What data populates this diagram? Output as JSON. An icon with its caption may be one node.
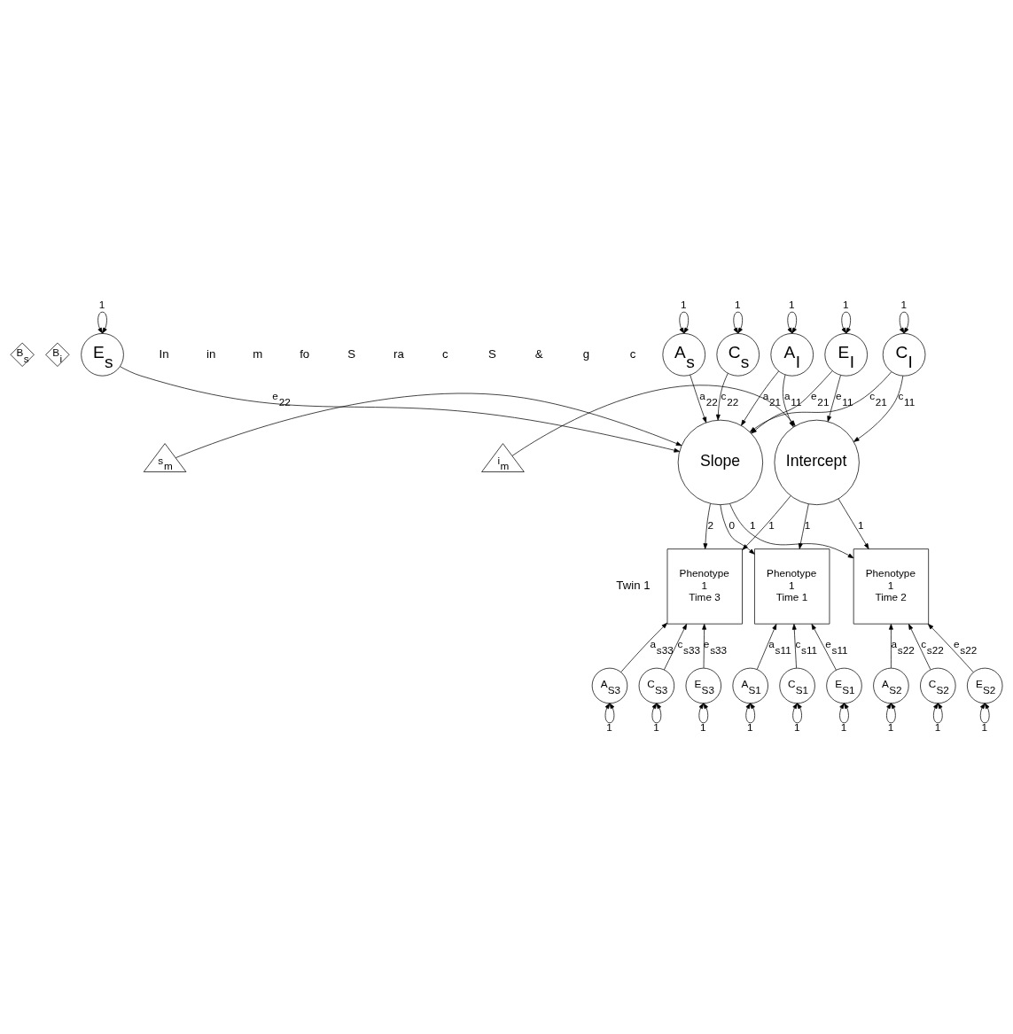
{
  "diagram": {
    "nodes": [
      {
        "text": [
          "A$_{I}$"
        ]
      },
      {
        "text": [
          "C$_{I}$"
        ]
      },
      {
        "text": [
          "E$_{I}$"
        ]
      },
      {
        "text": [
          "A$_{s}$"
        ]
      },
      {
        "text": [
          "C$_{s}$"
        ]
      },
      {
        "text": [
          "E$_{s}$"
        ]
      },
      {
        "text": [
          "Intercept"
        ]
      },
      {
        "text": [
          "Slope"
        ]
      },
      {
        "text": [
          "i$_{m}$"
        ]
      },
      {
        "text": [
          "s$_{m}$"
        ]
      },
      {
        "text": [
          "B$_{i}$"
        ]
      },
      {
        "text": [
          "B$_{s}$"
        ]
      },
      {
        "text": [
          "Phenotype",
          "1",
          "Time 1"
        ]
      },
      {
        "text": [
          "Phenotype",
          "1",
          "Time 2"
        ]
      },
      {
        "text": [
          "Phenotype",
          "1",
          "Time 3"
        ]
      },
      {
        "text": [
          "A$_{S1}$"
        ]
      },
      {
        "text": [
          "C$_{S1}$"
        ]
      },
      {
        "text": [
          "E$_{S1}$"
        ]
      },
      {
        "text": [
          "A$_{S2}$"
        ]
      },
      {
        "text": [
          "C$_{S2}$"
        ]
      },
      {
        "text": [
          "E$_{S2}$"
        ]
      },
      {
        "text": [
          "A$_{S3}$"
        ]
      },
      {
        "text": [
          "C$_{S3}$"
        ]
      },
      {
        "text": [
          "E$_{S3}$"
        ]
      }
    ],
    "edges": [
      {
        "from": 0,
        "to": 0,
        "arrow": "both",
        "label": "1"
      },
      {
        "from": 1,
        "to": 1,
        "arrow": "both",
        "label": "1"
      },
      {
        "from": 2,
        "to": 2,
        "arrow": "both",
        "label": "1"
      },
      {
        "from": 3,
        "to": 3,
        "arrow": "both",
        "label": "1"
      },
      {
        "from": 4,
        "to": 4,
        "arrow": "both",
        "label": "1"
      },
      {
        "from": 5,
        "to": 5,
        "arrow": "both",
        "label": "1"
      },
      {
        "from": 0,
        "to": 6,
        "arrow": "to",
        "label": "a$_{11}$"
      },
      {
        "from": 1,
        "to": 6,
        "arrow": "to",
        "label": "c$_{11}$"
      },
      {
        "from": 2,
        "to": 6,
        "arrow": "to",
        "label": "e$_{11}$"
      },
      {
        "from": 0,
        "to": 7,
        "arrow": "to",
        "label": "a$_{21}$"
      },
      {
        "from": 1,
        "to": 7,
        "arrow": "to",
        "label": "c$_{21}$"
      },
      {
        "from": 2,
        "to": 7,
        "arrow": "to",
        "label": "e$_{21}$"
      },
      {
        "from": 3,
        "to": 7,
        "arrow": "to",
        "label": "a$_{22}$"
      },
      {
        "from": 4,
        "to": 7,
        "arrow": "to",
        "label": "c$_{22}$"
      },
      {
        "from": 5,
        "to": 7,
        "arrow": "to",
        "label": "e$_{22}$"
      },
      {
        "from": 8,
        "to": 6,
        "arrow": "to"
      },
      {
        "from": 9,
        "to": 7,
        "arrow": "to"
      },
      {
        "from": 6,
        "to": 12,
        "arrow": "to",
        "label": "1"
      },
      {
        "from": 6,
        "to": 13,
        "arrow": "to",
        "label": "1"
      },
      {
        "from": 6,
        "to": 14,
        "arrow": "to",
        "label": "1"
      },
      {
        "from": 7,
        "to": 12,
        "arrow": "to",
        "label": "0"
      },
      {
        "from": 7,
        "to": 13,
        "arrow": "to",
        "label": "1"
      },
      {
        "from": 7,
        "to": 14,
        "arrow": "to",
        "label": "2"
      },
      {
        "from": 15,
        "to": 12,
        "arrow": "to",
        "label": "a$_{s11}$"
      },
      {
        "from": 16,
        "to": 12,
        "arrow": "to",
        "label": "c$_{s11}$"
      },
      {
        "from": 17,
        "to": 12,
        "arrow": "to",
        "label": "e$_{s11}$"
      },
      {
        "from": 18,
        "to": 13,
        "arrow": "to",
        "label": "a$_{s22}$"
      },
      {
        "from": 19,
        "to": 13,
        "arrow": "to",
        "label": "c$_{s22}$"
      },
      {
        "from": 20,
        "to": 13,
        "arrow": "to",
        "label": "e$_{s22}$"
      },
      {
        "from": 21,
        "to": 14,
        "arrow": "to",
        "label": "a$_{s33}$"
      },
      {
        "from": 22,
        "to": 14,
        "arrow": "to",
        "label": "c$_{s33}$"
      },
      {
        "from": 23,
        "to": 14,
        "arrow": "to",
        "label": "e$_{s33}$"
      },
      {
        "from": 15,
        "to": 15,
        "arrow": "both",
        "label": "1"
      },
      {
        "from": 16,
        "to": 16,
        "arrow": "both",
        "label": "1"
      },
      {
        "from": 17,
        "to": 17,
        "arrow": "both",
        "label": "1"
      },
      {
        "from": 18,
        "to": 18,
        "arrow": "both",
        "label": "1"
      },
      {
        "from": 19,
        "to": 19,
        "arrow": "both",
        "label": "1"
      },
      {
        "from": 20,
        "to": 20,
        "arrow": "both",
        "label": "1"
      },
      {
        "from": 21,
        "to": 21,
        "arrow": "both",
        "label": "1"
      },
      {
        "from": 22,
        "to": 22,
        "arrow": "both",
        "label": "1"
      },
      {
        "from": 23,
        "to": 23,
        "arrow": "both",
        "label": "1"
      }
    ],
    "labels": [
      "In",
      "in",
      "m",
      "fo",
      "S",
      "ra",
      "c",
      "S",
      "&",
      "g",
      "c",
      "Twin 1"
    ]
  }
}
